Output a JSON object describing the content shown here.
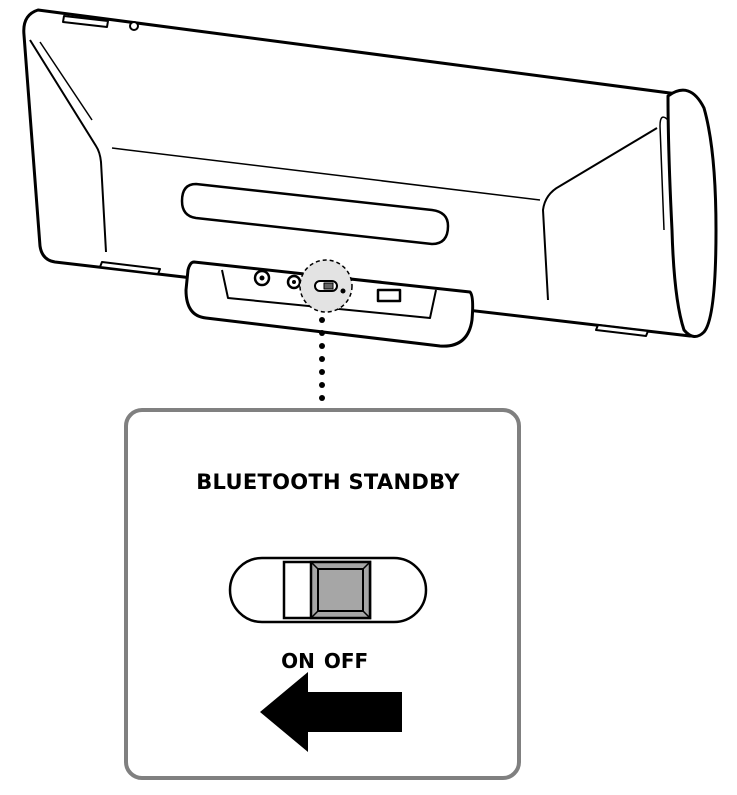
{
  "callout": {
    "title": "BLUETOOTH STANDBY",
    "switch_labels": {
      "on": "ON",
      "off": "OFF"
    },
    "switch_position": "off"
  },
  "arrow_direction": "left",
  "colors": {
    "line": "#000000",
    "frame": "#808080",
    "knob": "#a6a6a6",
    "highlight": "#e3e3e3"
  }
}
